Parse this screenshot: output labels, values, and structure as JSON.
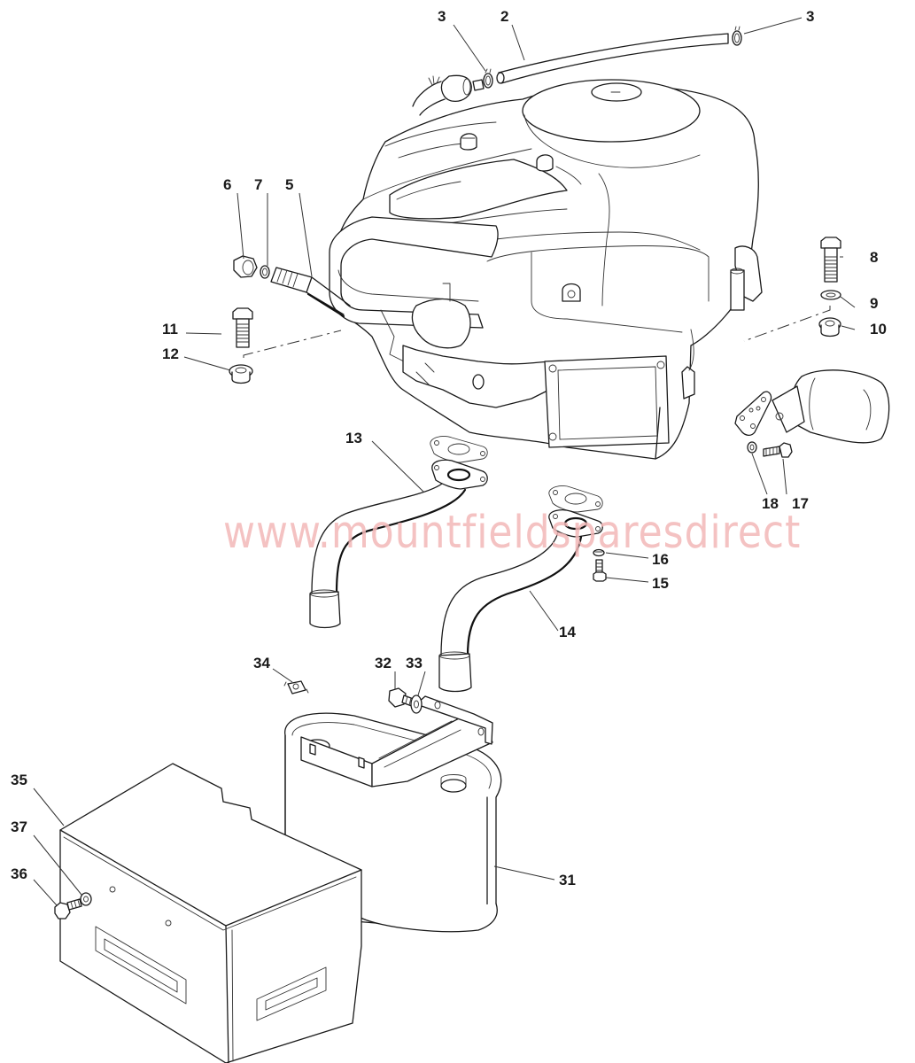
{
  "diagram": {
    "type": "exploded-parts-diagram",
    "subject": "Engine exhaust and fuel line assembly",
    "watermark": "www.mountfieldsparesdirect",
    "colors": {
      "line": "#1a1a1a",
      "watermark": "#f3b8b8",
      "background": "#ffffff"
    },
    "callouts": [
      {
        "id": "c3a",
        "label": "3",
        "part": "hose-clip"
      },
      {
        "id": "c2",
        "label": "2",
        "part": "fuel-hose"
      },
      {
        "id": "c3b",
        "label": "3",
        "part": "hose-clip"
      },
      {
        "id": "c6",
        "label": "6",
        "part": "nut"
      },
      {
        "id": "c7",
        "label": "7",
        "part": "washer"
      },
      {
        "id": "c5",
        "label": "5",
        "part": "stud"
      },
      {
        "id": "c8",
        "label": "8",
        "part": "bolt"
      },
      {
        "id": "c9",
        "label": "9",
        "part": "lock-washer"
      },
      {
        "id": "c10",
        "label": "10",
        "part": "flange-nut"
      },
      {
        "id": "c11",
        "label": "11",
        "part": "bolt"
      },
      {
        "id": "c12",
        "label": "12",
        "part": "flange-nut"
      },
      {
        "id": "c13",
        "label": "13",
        "part": "exhaust-pipe-left"
      },
      {
        "id": "c18",
        "label": "18",
        "part": "washer"
      },
      {
        "id": "c17",
        "label": "17",
        "part": "bolt"
      },
      {
        "id": "c16",
        "label": "16",
        "part": "washer"
      },
      {
        "id": "c15",
        "label": "15",
        "part": "screw"
      },
      {
        "id": "c14",
        "label": "14",
        "part": "exhaust-pipe-right"
      },
      {
        "id": "c34",
        "label": "34",
        "part": "cage-nut"
      },
      {
        "id": "c32",
        "label": "32",
        "part": "bolt"
      },
      {
        "id": "c33",
        "label": "33",
        "part": "lock-washer"
      },
      {
        "id": "c35",
        "label": "35",
        "part": "heat-shield"
      },
      {
        "id": "c37",
        "label": "37",
        "part": "washer"
      },
      {
        "id": "c36",
        "label": "36",
        "part": "screw"
      },
      {
        "id": "c31",
        "label": "31",
        "part": "muffler"
      }
    ]
  }
}
